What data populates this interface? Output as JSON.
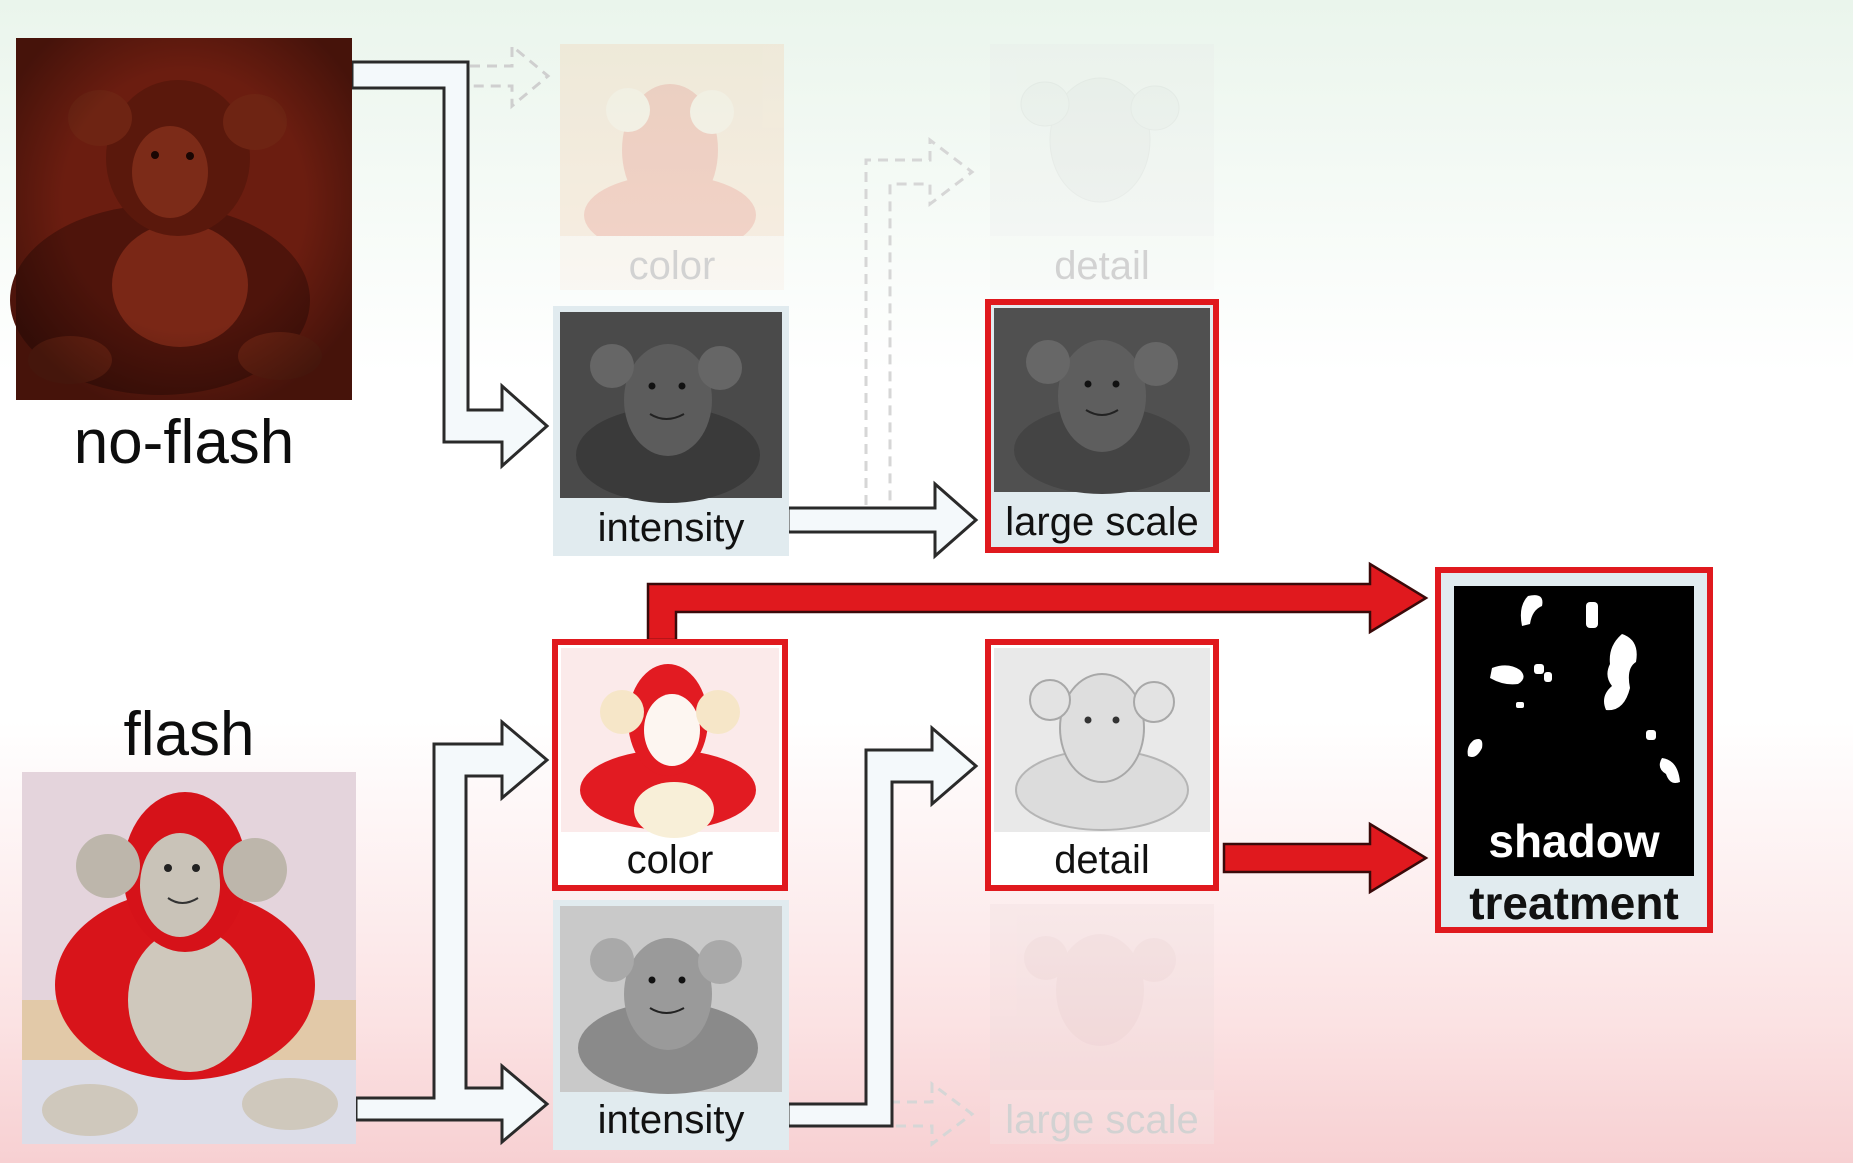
{
  "inputs": {
    "no_flash_label": "no-flash",
    "flash_label": "flash"
  },
  "no_flash_branch": {
    "color_label": "color",
    "intensity_label": "intensity",
    "detail_label": "detail",
    "large_scale_label": "large scale"
  },
  "flash_branch": {
    "color_label": "color",
    "intensity_label": "intensity",
    "detail_label": "detail",
    "large_scale_label": "large scale"
  },
  "output": {
    "line1": "shadow",
    "line2": "treatment"
  },
  "colors": {
    "highlight_red": "#e0191e",
    "arrow_fill": "#f4f9fb",
    "arrow_stroke": "#2a2a2a",
    "faded": "#d8d8d8",
    "caption_bg": "#e4edf0"
  }
}
